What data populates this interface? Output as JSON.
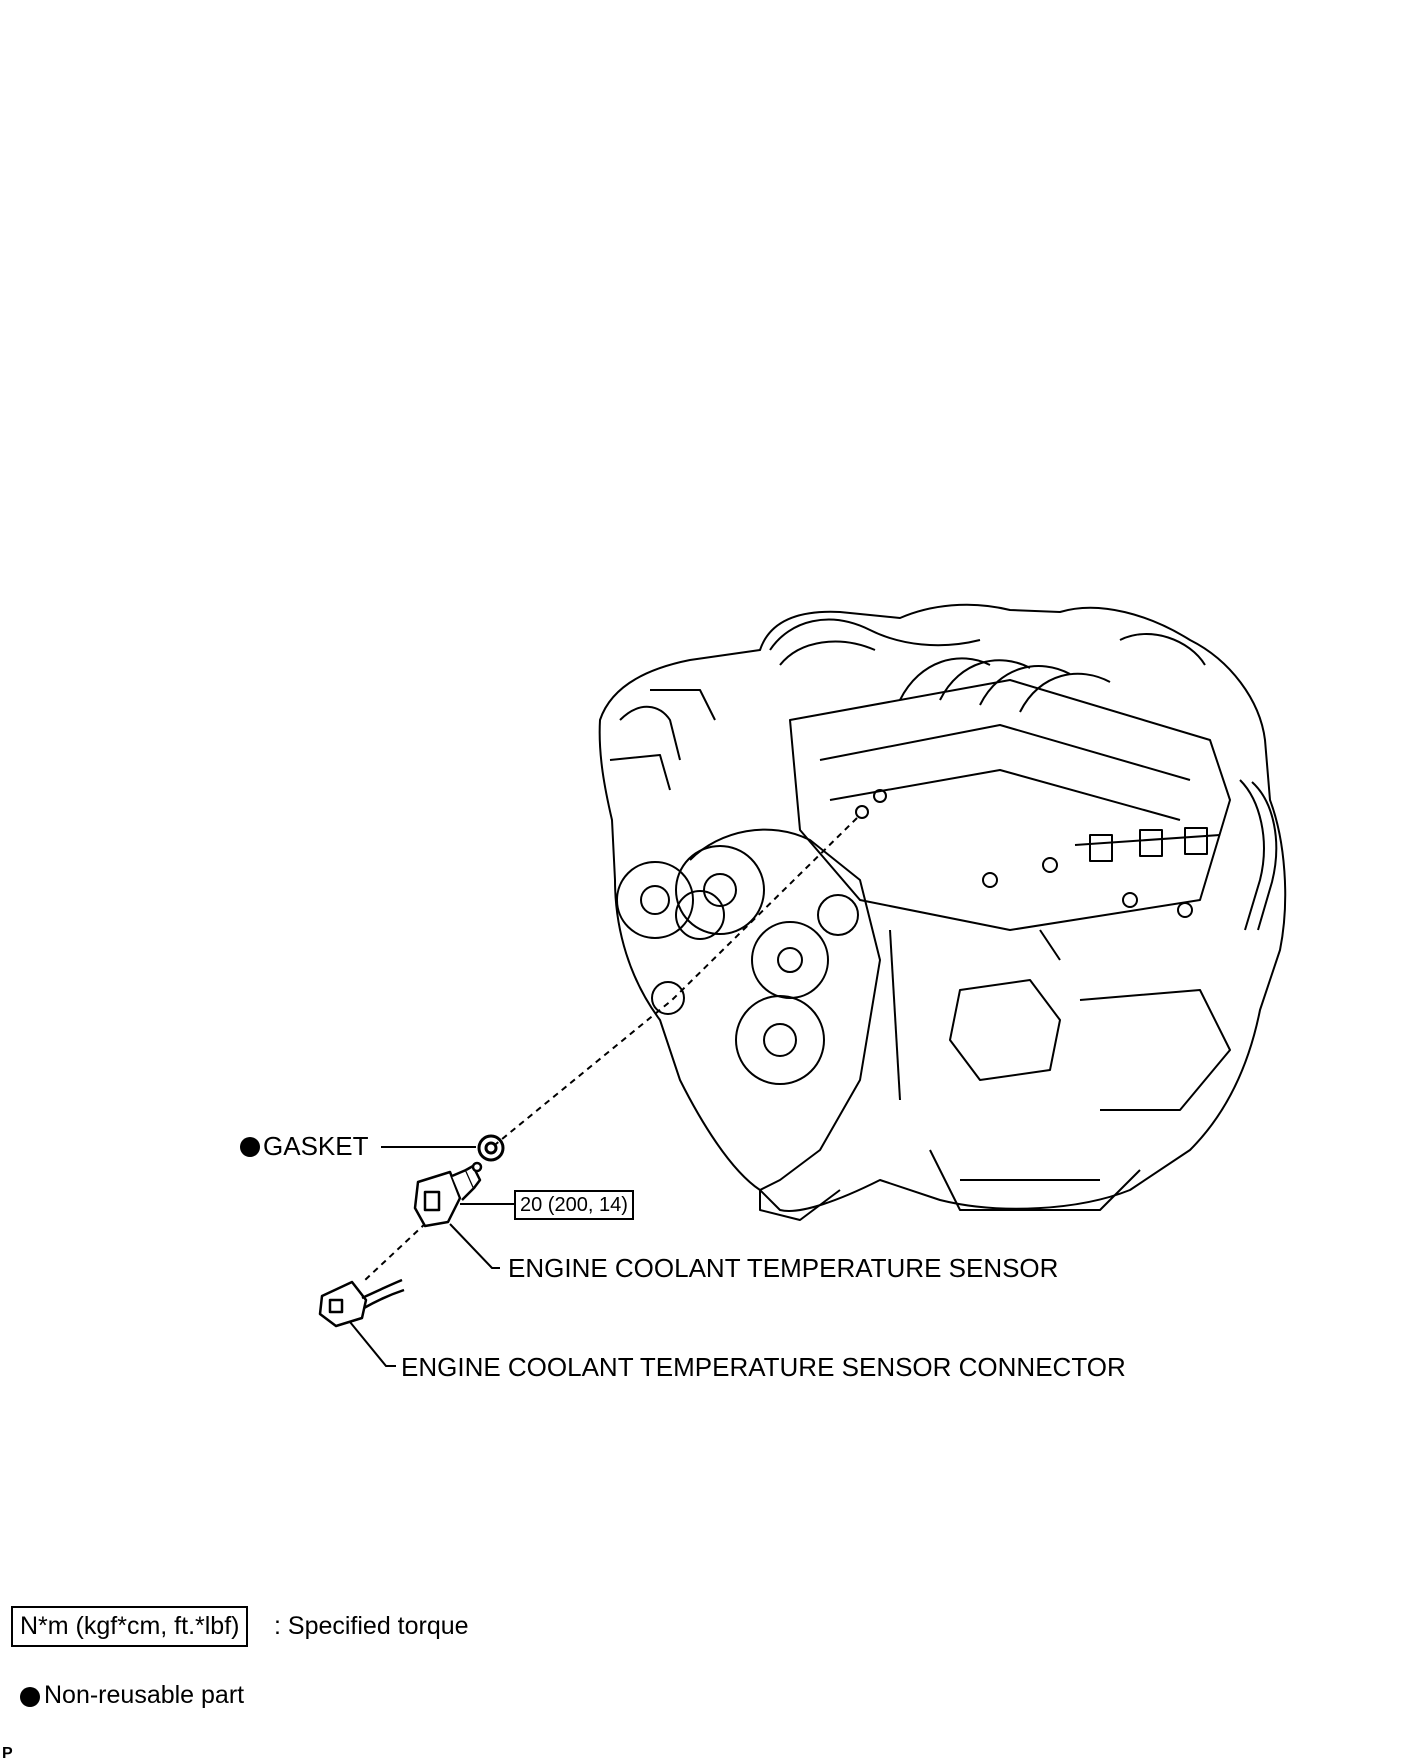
{
  "callouts": {
    "gasket": "GASKET",
    "torque_value": "20 (200, 14)",
    "sensor": "ENGINE COOLANT TEMPERATURE SENSOR",
    "connector": "ENGINE COOLANT TEMPERATURE SENSOR CONNECTOR"
  },
  "legend": {
    "torque_unit": "N*m (kgf*cm, ft.*lbf)",
    "torque_desc": ": Specified torque",
    "nonreusable_desc": "Non-reusable part"
  },
  "corner_mark": "P",
  "colors": {
    "ink": "#000000",
    "paper": "#ffffff"
  }
}
